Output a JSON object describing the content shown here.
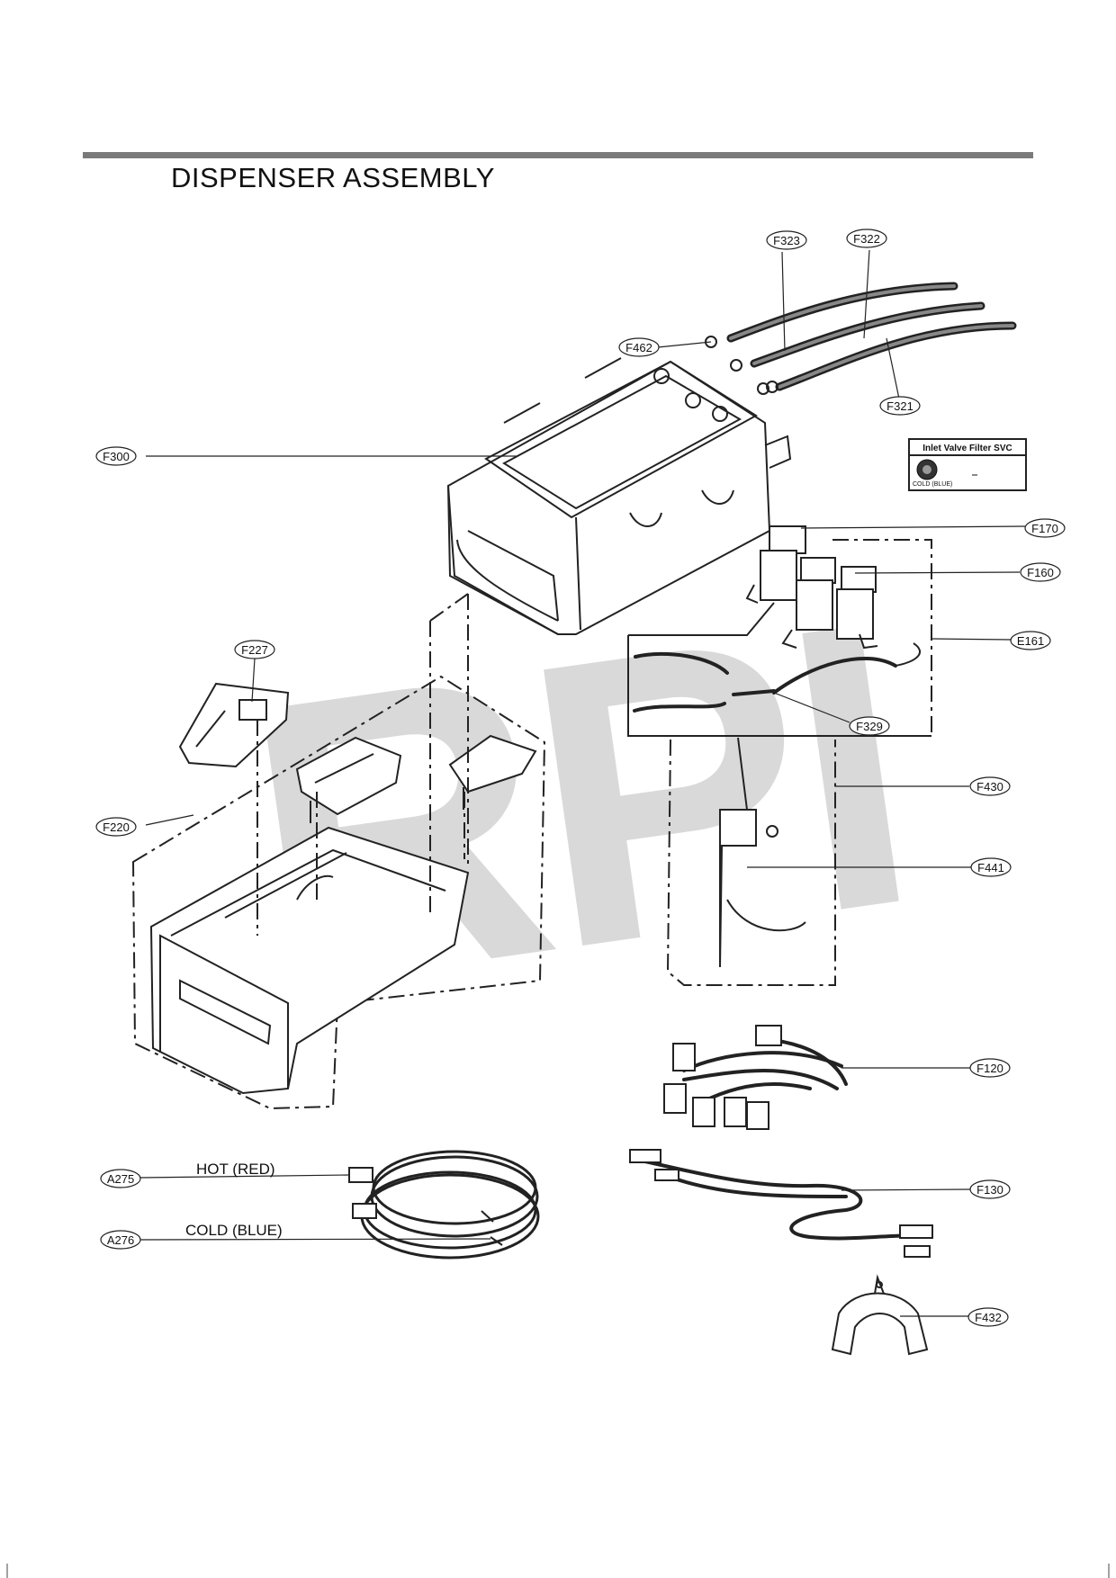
{
  "title": "DISPENSER ASSEMBLY",
  "watermark": "RPI",
  "inset": {
    "title": "Inlet Valve Filter SVC",
    "caption": "COLD (BLUE)"
  },
  "callouts": [
    {
      "id": "F323"
    },
    {
      "id": "F322"
    },
    {
      "id": "F462"
    },
    {
      "id": "F321"
    },
    {
      "id": "F300"
    },
    {
      "id": "F170"
    },
    {
      "id": "F160"
    },
    {
      "id": "E161"
    },
    {
      "id": "F227"
    },
    {
      "id": "F329"
    },
    {
      "id": "F430"
    },
    {
      "id": "F220"
    },
    {
      "id": "F441"
    },
    {
      "id": "F120"
    },
    {
      "id": "A275"
    },
    {
      "id": "F130"
    },
    {
      "id": "A276"
    },
    {
      "id": "F432"
    }
  ],
  "hose_labels": {
    "hot": "HOT (RED)",
    "cold": "COLD (BLUE)"
  }
}
